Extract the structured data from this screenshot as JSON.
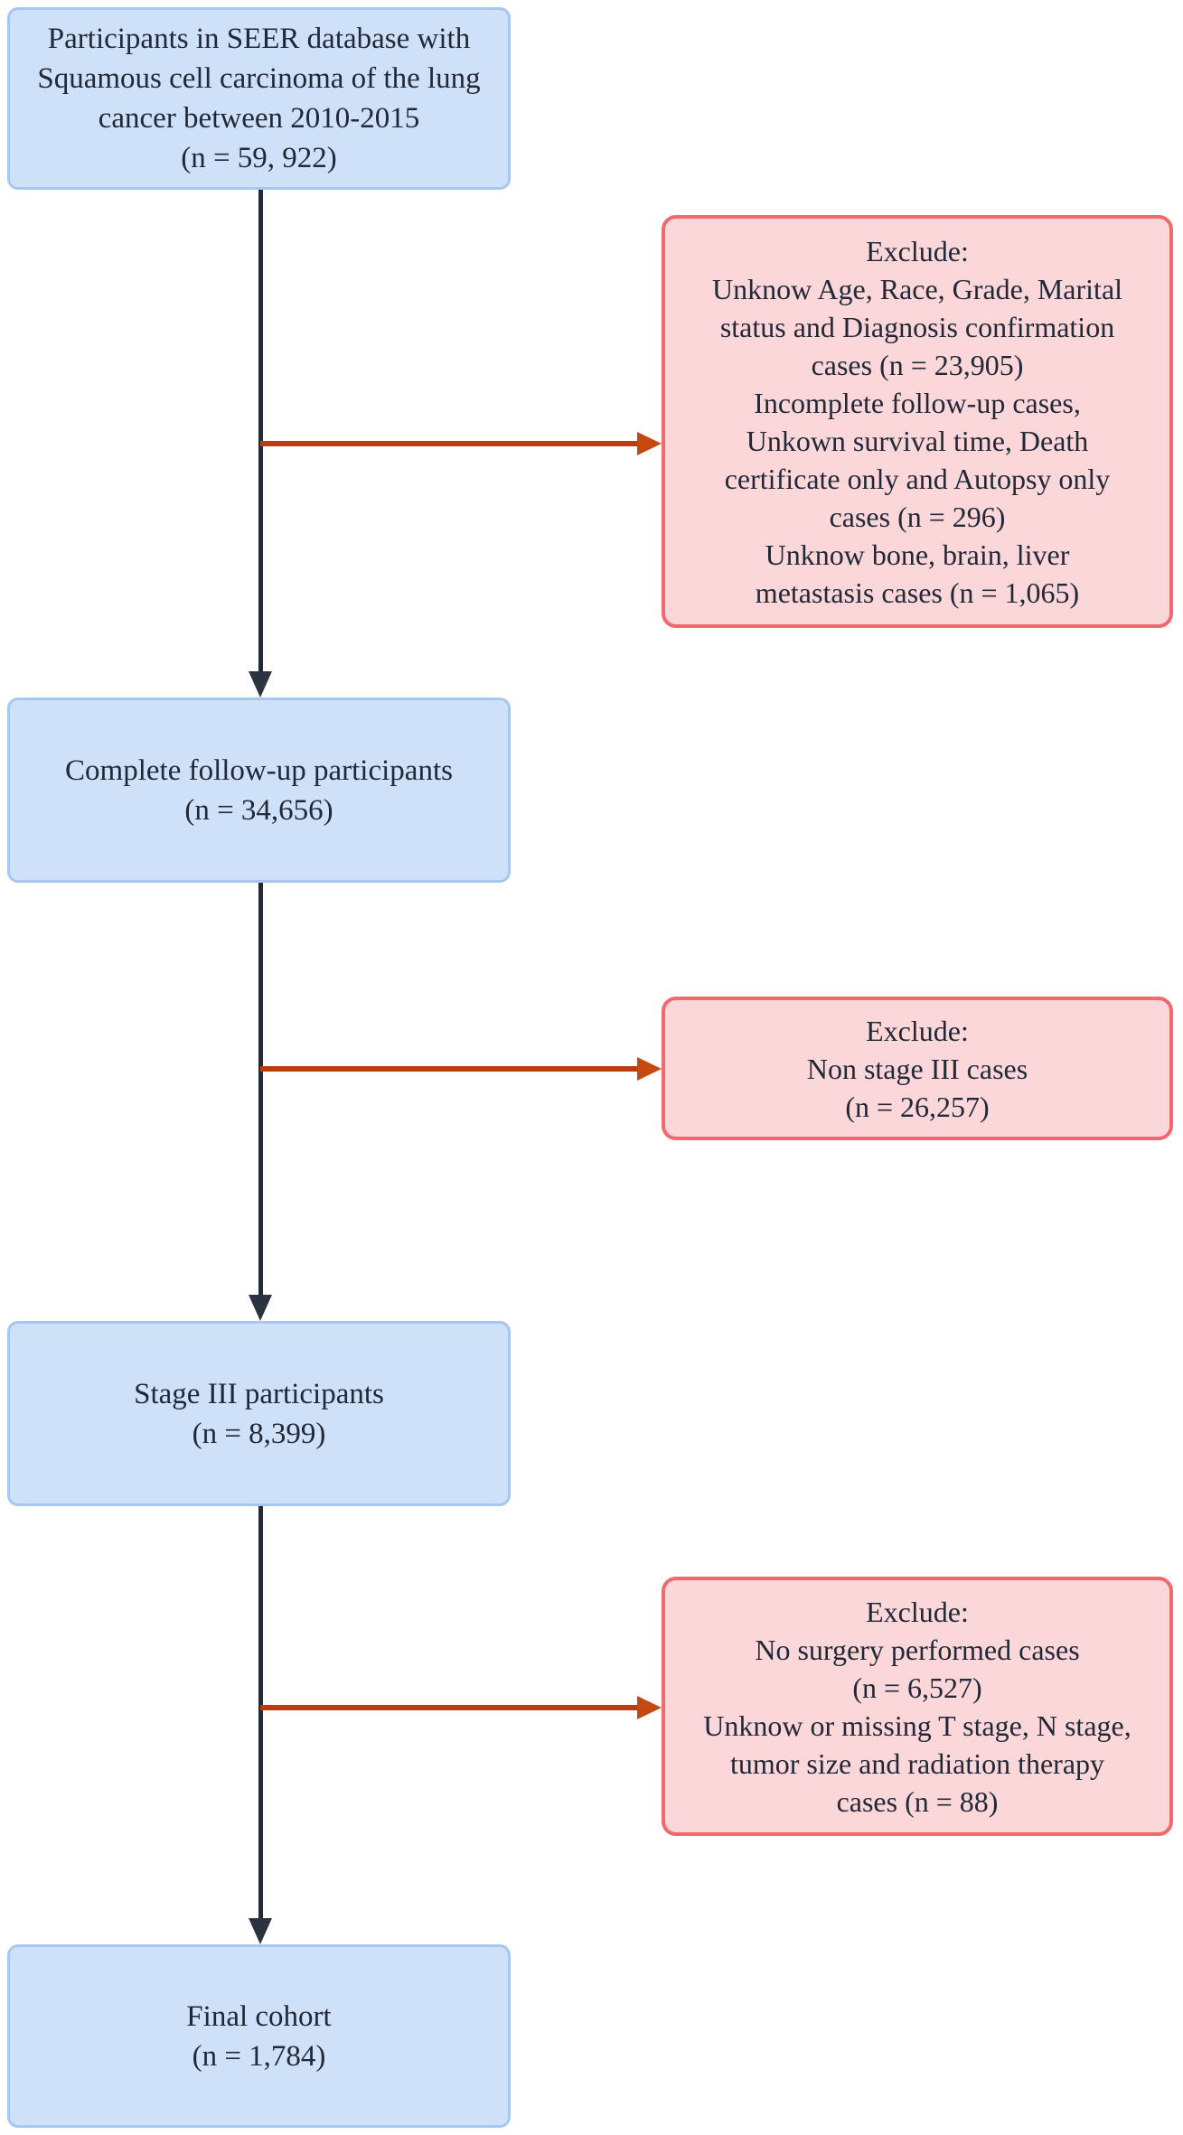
{
  "diagram": {
    "title": "SEER lung squamous cell carcinoma cohort selection flowchart",
    "nodes": {
      "cohort1": {
        "lines": [
          "Participants in SEER database with",
          "Squamous cell carcinoma of the lung",
          "cancer between 2010-2015",
          "(n = 59, 922)"
        ]
      },
      "exclude1": {
        "lines": [
          "Exclude:",
          "Unknow Age, Race, Grade, Marital",
          "status and Diagnosis confirmation",
          "cases (n = 23,905)",
          "Incomplete follow-up cases,",
          "Unkown survival time, Death",
          "certificate only and Autopsy only",
          "cases (n = 296)",
          "Unknow bone, brain, liver",
          "metastasis cases (n = 1,065)"
        ]
      },
      "cohort2": {
        "lines": [
          "Complete follow-up participants",
          "(n = 34,656)"
        ]
      },
      "exclude2": {
        "lines": [
          "Exclude:",
          "Non stage III cases",
          "(n = 26,257)"
        ]
      },
      "cohort3": {
        "lines": [
          "Stage III participants",
          "(n = 8,399)"
        ]
      },
      "exclude3": {
        "lines": [
          "Exclude:",
          "No surgery performed cases",
          "(n = 6,527)",
          "Unknow or missing T stage, N stage,",
          "tumor size and radiation therapy",
          "cases (n = 88)"
        ]
      },
      "cohort4": {
        "lines": [
          "Final cohort",
          "(n = 1,784)"
        ]
      }
    },
    "colors": {
      "cohort_box_fill": "#cfe1f8",
      "cohort_box_border": "#a6c8ef",
      "exclude_box_fill": "#fcd7d9",
      "exclude_box_border": "#f1696c",
      "flow_arrow": "#232a38",
      "exclude_arrow": "#b93d0e",
      "text": "#212838",
      "background": "#ffffff"
    }
  }
}
